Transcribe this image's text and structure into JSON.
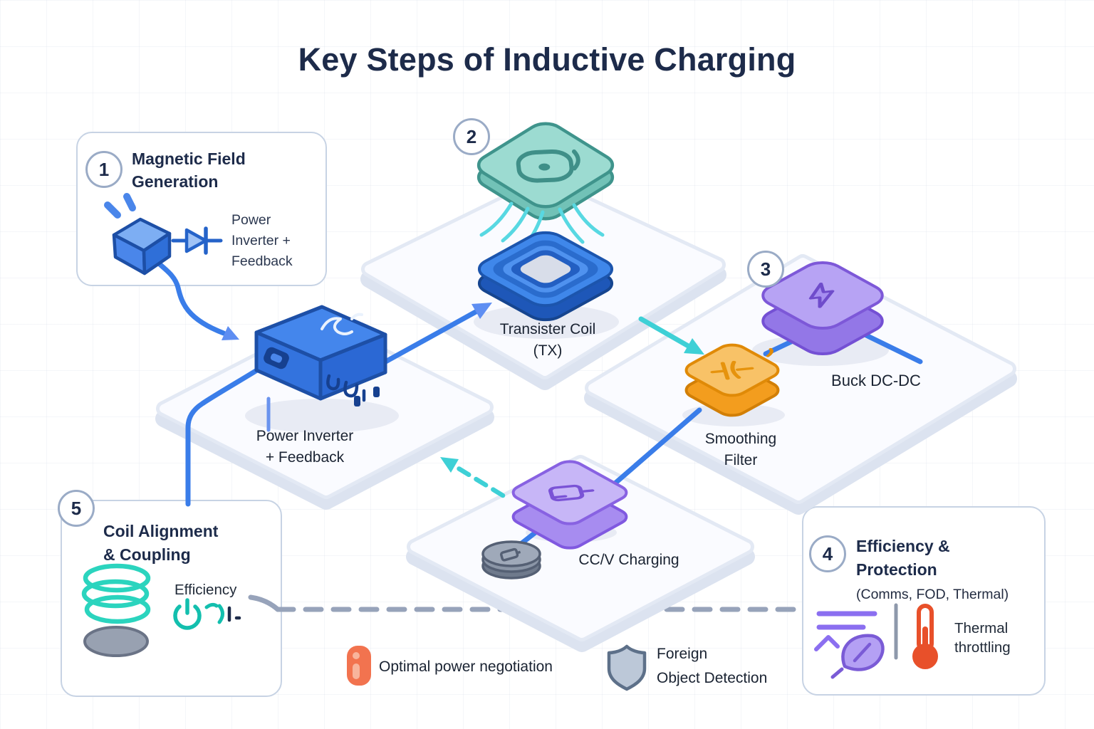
{
  "title": "Key Steps of Inductive Charging",
  "palette": {
    "navy": "#1d2b4a",
    "text": "#1a2332",
    "blue": "#3a7de9",
    "blue-dark": "#1d4fa6",
    "teal": "#3ed0d6",
    "pad-teal": "#9cdbd1",
    "coil-blue": "#3f87ea",
    "orange": "#f8c267",
    "orange-deep": "#e08a07",
    "purple": "#b7a3f4",
    "purple-deep": "#7d58d8",
    "grey-dash": "#97a3ba",
    "thermo-red": "#e8502a",
    "info-orange": "#f2734f",
    "shield-grey": "#bcc8d8"
  },
  "steps": {
    "s1": {
      "badge": "1",
      "title1": "Magnetic Field",
      "title2": "Generation",
      "caption1": "Power",
      "caption2": "Inverter +",
      "caption3": "Feedback"
    },
    "s2": {
      "badge": "2",
      "label1": "Transister Coil",
      "label2": "(TX)"
    },
    "s3": {
      "badge": "3",
      "label": "Buck DC-DC"
    },
    "s4": {
      "badge": "4",
      "title1": "Efficiency &",
      "title2": "Protection",
      "subtitle": "(Comms, FOD, Thermal)",
      "caption1": "Thermal",
      "caption2": "throttling"
    },
    "s5": {
      "badge": "5",
      "title1": "Coil Alignment",
      "title2": "& Coupling",
      "caption": "Efficiency"
    }
  },
  "labels": {
    "inverter1": "Power Inverter",
    "inverter2": "+ Feedback",
    "smoothing1": "Smoothing",
    "smoothing2": "Filter",
    "ccv": "CC/V Charging"
  },
  "legend": {
    "negotiation": "Optimal power negotiation",
    "fod1": "Foreign",
    "fod2": "Object Detection"
  },
  "icons": {
    "plug-icon": "blue isometric ac-adapter cube with prongs",
    "diode-icon": "blue diode schematic symbol",
    "charging-pad-icon": "teal isometric pad with spiral coil glyph",
    "transmitter-coil-icon": "blue isometric coil rings",
    "field-lines-icon": "cyan magnetic flux arcs",
    "power-inverter-box-icon": "blue isometric inverter box",
    "smoothing-filter-box-icon": "orange isometric cube with capacitor glyph",
    "buck-converter-box-icon": "purple isometric cube with lightning bolt",
    "ccv-charger-box-icon": "violet isometric cube with battery glyph",
    "battery-cell-icon": "grey coin cell stack",
    "coil-spring-icon": "teal spring above grey disc",
    "power-efficiency-icon": "teal power symbol with signal marks",
    "comms-leaf-icon": "purple lines, zigzag and leaf",
    "thermometer-icon": "red-orange thermometer",
    "info-icon": "orange rounded pill with i",
    "shield-icon": "grey-blue shield"
  }
}
